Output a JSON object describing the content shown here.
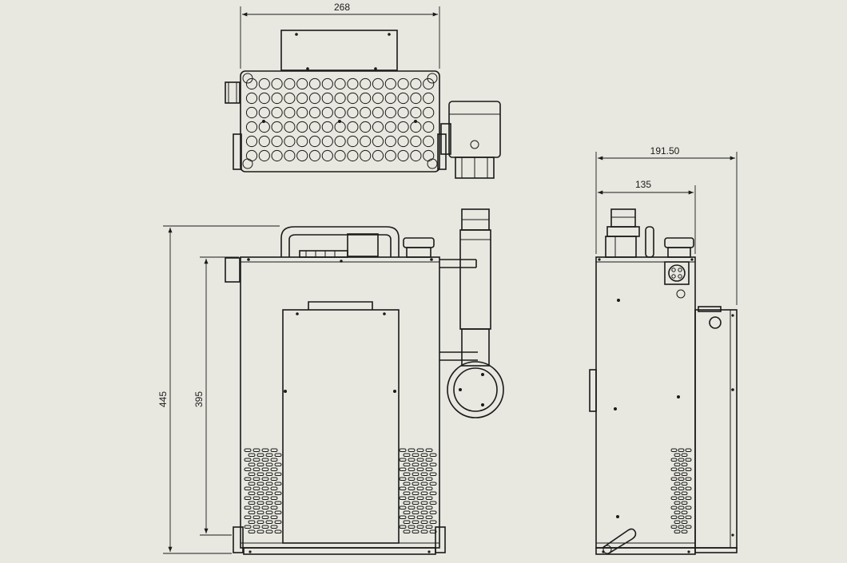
{
  "drawing": {
    "colors": {
      "background": "#e8e8e0",
      "line": "#1a1a1a"
    },
    "dimensions": {
      "top_width": "268",
      "side_total_depth": "191.50",
      "side_body_depth": "135",
      "overall_height": "445",
      "body_height": "395"
    }
  }
}
